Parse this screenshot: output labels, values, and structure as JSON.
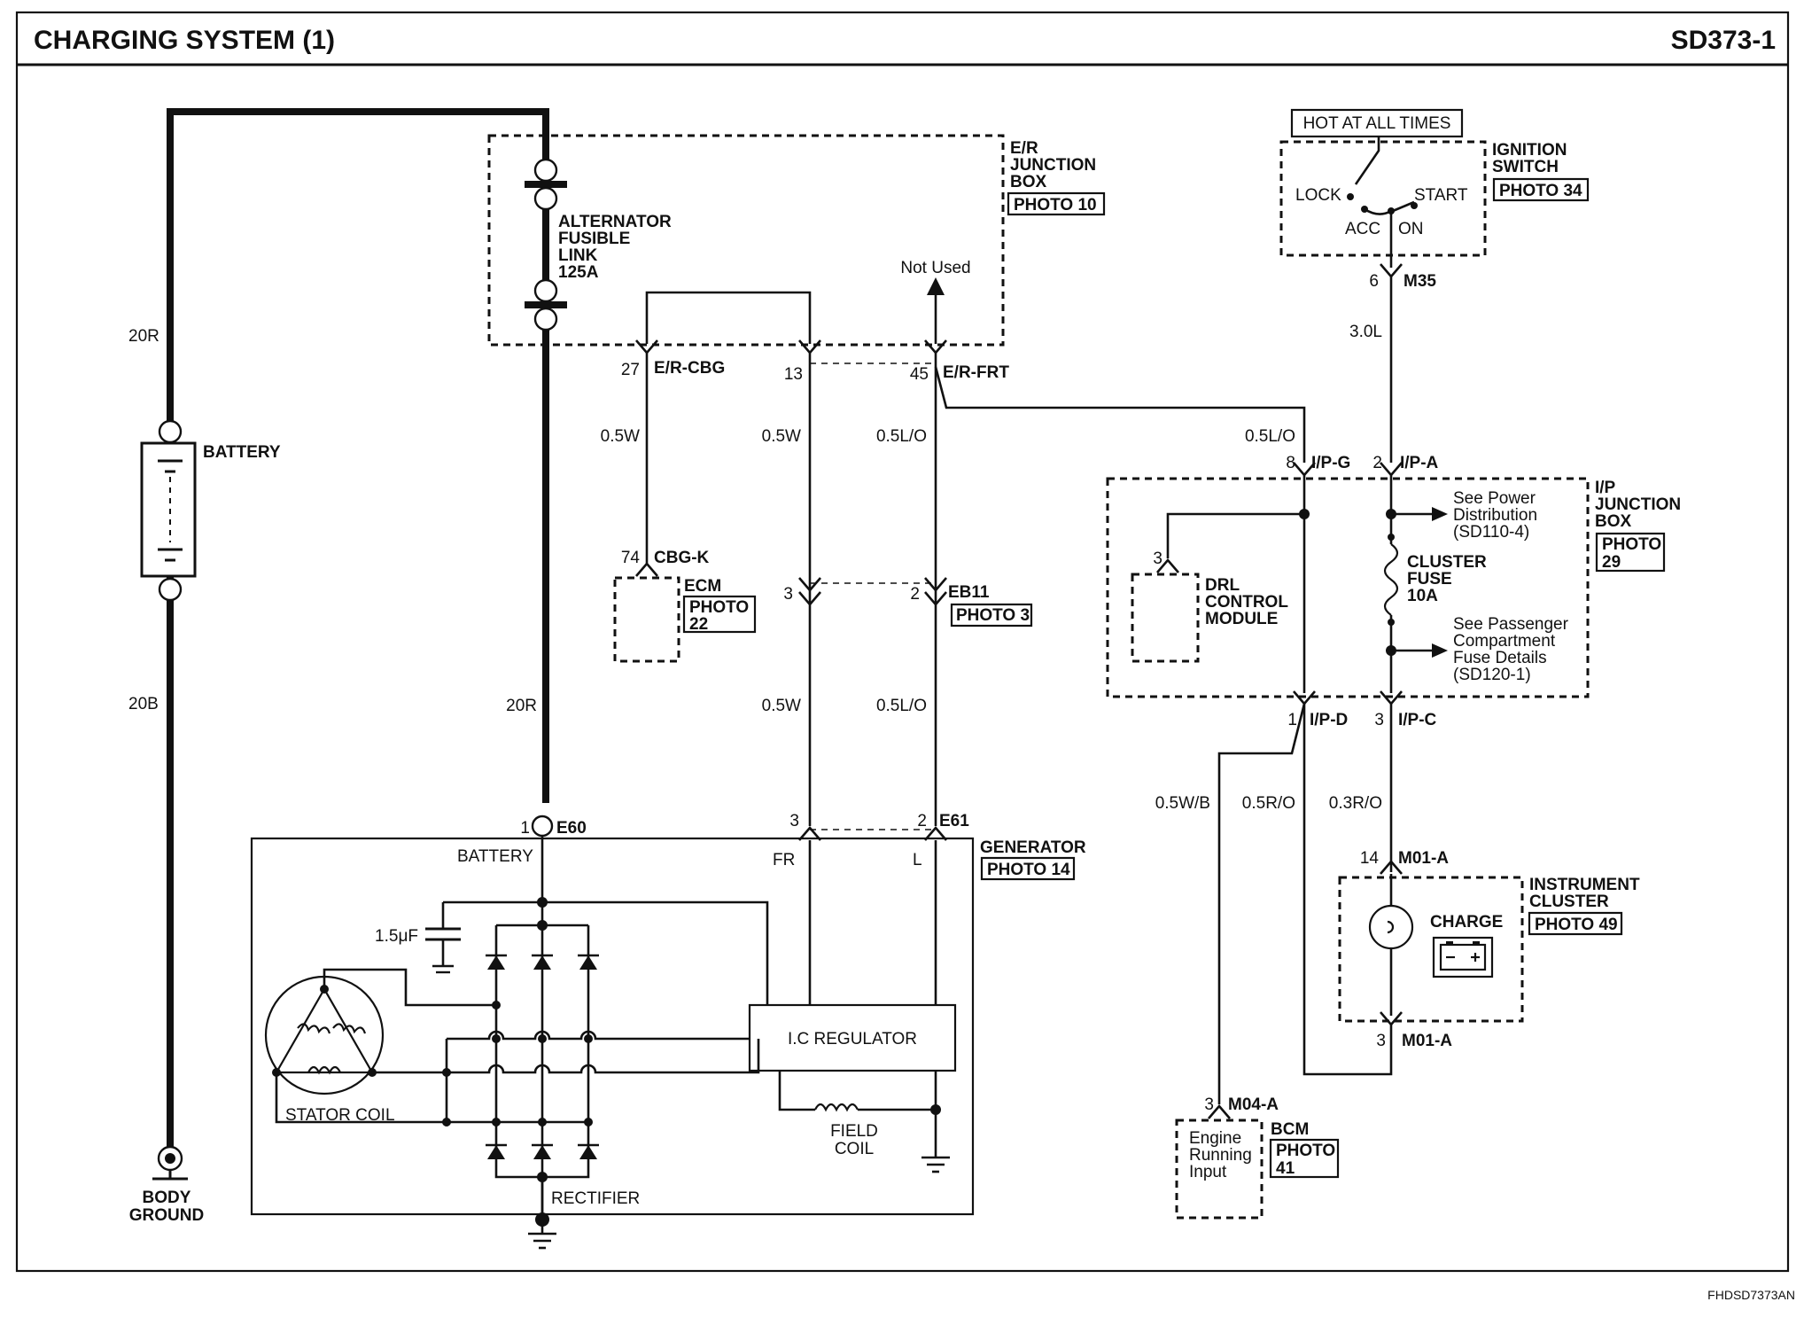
{
  "header": {
    "title": "CHARGING SYSTEM (1)",
    "code": "SD373-1"
  },
  "footer": {
    "code": "FHDSD7373AN"
  },
  "battery": {
    "label": "BATTERY",
    "wire_top": "20R",
    "wire_bottom": "20B",
    "ground": [
      "BODY",
      "GROUND"
    ]
  },
  "er_junction_box": {
    "label": [
      "E/R",
      "JUNCTION",
      "BOX"
    ],
    "photo": "PHOTO 10",
    "fusible_link": [
      "ALTERNATOR",
      "FUSIBLE",
      "LINK",
      "125A"
    ],
    "not_used": "Not Used",
    "pins": {
      "p27": "27",
      "cbg": "E/R-CBG",
      "p13": "13",
      "p45": "45",
      "frt": "E/R-FRT"
    }
  },
  "wires": {
    "w_27": "0.5W",
    "w_13": "0.5W",
    "w_45": "0.5L/O",
    "w_ipg": "0.5L/O",
    "w_fr": "0.5W",
    "w_l": "0.5L/O",
    "w_gen_batt": "20R",
    "w_ign": "3.0L",
    "w_bcm": "0.5W/B",
    "w_drl": "0.5R/O",
    "w_cluster": "0.3R/O"
  },
  "ecm": {
    "pin": "74",
    "connector": "CBG-K",
    "label": "ECM",
    "photo": [
      "PHOTO",
      "22"
    ]
  },
  "eb11": {
    "p3": "3",
    "p2": "2",
    "connector": "EB11",
    "photo": "PHOTO 3"
  },
  "generator": {
    "label": "GENERATOR",
    "photo": "PHOTO 14",
    "pin1": "1",
    "e60": "E60",
    "pin3": "3",
    "pin2": "2",
    "e61": "E61",
    "battery": "BATTERY",
    "fr": "FR",
    "l": "L",
    "capacitor": "1.5μF",
    "regulator": "I.C REGULATOR",
    "stator": "STATOR COIL",
    "field": [
      "FIELD",
      "COIL"
    ],
    "rectifier": "RECTIFIER"
  },
  "ignition": {
    "hot": "HOT AT ALL TIMES",
    "label": [
      "IGNITION",
      "SWITCH"
    ],
    "photo": "PHOTO 34",
    "lock": "LOCK",
    "start": "START",
    "acc": "ACC",
    "on": "ON",
    "pin": "6",
    "connector": "M35"
  },
  "ip_junction_box": {
    "label": [
      "I/P",
      "JUNCTION",
      "BOX"
    ],
    "photo": [
      "PHOTO",
      "29"
    ],
    "pin8": "8",
    "ipg": "I/P-G",
    "pin2": "2",
    "ipa": "I/P-A",
    "power_ref": [
      "See Power",
      "Distribution",
      "(SD110-4)"
    ],
    "fuse": [
      "CLUSTER",
      "FUSE",
      "10A"
    ],
    "pass_ref": [
      "See Passenger",
      "Compartment",
      "Fuse Details",
      "(SD120-1)"
    ],
    "pin1": "1",
    "ipd": "I/P-D",
    "pin3": "3",
    "ipc": "I/P-C"
  },
  "drl": {
    "pin": "3",
    "label": [
      "DRL",
      "CONTROL",
      "MODULE"
    ]
  },
  "cluster": {
    "pin14": "14",
    "m01a_top": "M01-A",
    "label": [
      "INSTRUMENT",
      "CLUSTER"
    ],
    "photo": "PHOTO 49",
    "charge": "CHARGE",
    "pin3": "3",
    "m01a_bot": "M01-A"
  },
  "bcm": {
    "pin": "3",
    "connector": "M04-A",
    "label": "BCM",
    "photo": [
      "PHOTO",
      "41"
    ],
    "input": [
      "Engine",
      "Running",
      "Input"
    ]
  }
}
